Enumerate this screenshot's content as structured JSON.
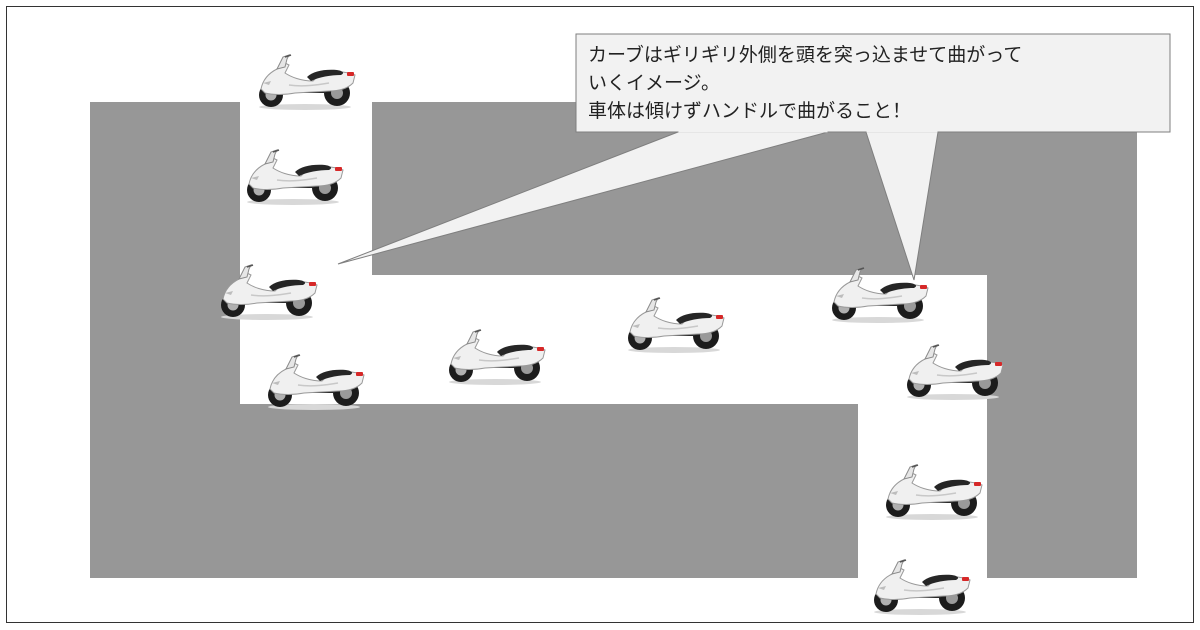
{
  "callout": {
    "lines": [
      "カーブはギリギリ外側を頭を突っ込ませて曲がって",
      "いくイメージ。",
      "車体は傾けずハンドルで曲がること！"
    ]
  },
  "colors": {
    "obstacle": "#979797",
    "callout_fill": "#f2f2f2",
    "callout_stroke": "#7f7f7f",
    "frame": "#333333",
    "scooter_body": "#f0f0f0",
    "scooter_dark": "#222222",
    "scooter_light": "#d62828"
  },
  "icons": {
    "scooter": "motor-scooter-icon"
  }
}
